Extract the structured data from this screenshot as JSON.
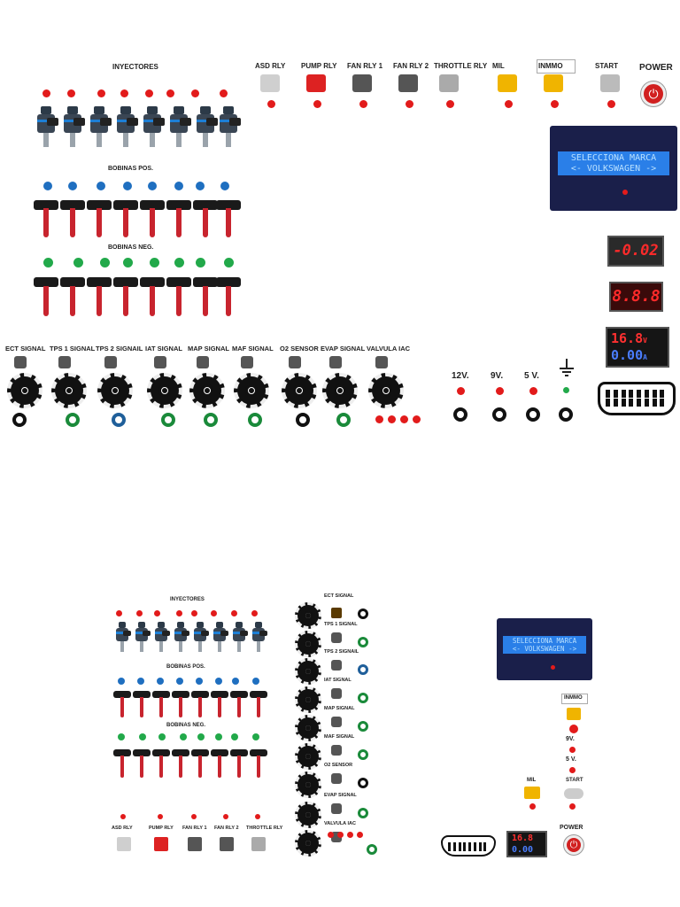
{
  "top": {
    "inyectores_label": "INYECTORES",
    "bobinas_pos_label": "BOBINAS POS.",
    "bobinas_neg_label": "BOBINAS NEG.",
    "relays": [
      "ASD RLY",
      "PUMP RLY",
      "FAN RLY 1",
      "FAN RLY 2",
      "THROTTLE RLY",
      "MIL",
      "INMMO",
      "START"
    ],
    "power_label": "POWER",
    "lcd_line1": "SELECCIONA MARCA",
    "lcd_line2": "<- VOLKSWAGEN ->",
    "display1": "-0.02",
    "display2": "8.8.8",
    "volt_reading": "16.8",
    "volt_unit": "V",
    "amp_reading": "0.00",
    "amp_unit": "A",
    "signals": [
      "ECT SIGNAL",
      "TPS 1 SIGNAL",
      "TPS 2 SIGNAIL",
      "IAT SIGNAL",
      "MAP SIGNAL",
      "MAF SIGNAL",
      "O2 SENSOR",
      "EVAP SIGNAL",
      "VALVULA IAC"
    ],
    "rails": [
      "12V.",
      "9V.",
      "5 V."
    ]
  },
  "bottom": {
    "inyectores_label": "INYECTORES",
    "bobinas_pos_label": "BOBINAS POS.",
    "bobinas_neg_label": "BOBINAS NEG.",
    "relays": [
      "ASD RLY",
      "PUMP RLY",
      "FAN RLY 1",
      "FAN RLY 2",
      "THROTTLE RLY"
    ],
    "signals": [
      "ECT SIGNAL",
      "TPS 1 SIGNAL",
      "TPS 2 SIGNAIL",
      "IAT SIGNAL",
      "MAP SIGNAL",
      "MAF SIGNAL",
      "O2 SENSOR",
      "EVAP SIGNAL",
      "VALVULA IAC"
    ],
    "lcd_line1": "SELECCIONA MARCA",
    "lcd_line2": "<- VOLKSWAGEN ->",
    "inmmo_label": "INMMO",
    "rail_9v": "9V.",
    "rail_5v": "5 V.",
    "mil_label": "MIL",
    "start_label": "START",
    "power_label": "POWER",
    "volt_reading": "16.8",
    "amp_reading": "0.00"
  },
  "colors": {
    "led_red": "#e21b1b",
    "led_blue": "#1f6fc0",
    "led_green": "#22a94a",
    "lcd_blue": "#2a7fe8",
    "power_red": "#d12020"
  },
  "icons": [
    "injector-icon",
    "coil-icon",
    "relay-icon",
    "fuel-pump-icon",
    "fan-icon",
    "throttle-body-icon",
    "check-engine-icon",
    "immobilizer-icon",
    "ignition-key-icon",
    "power-icon",
    "ground-icon",
    "obd-connector-icon",
    "sensor-icon"
  ]
}
